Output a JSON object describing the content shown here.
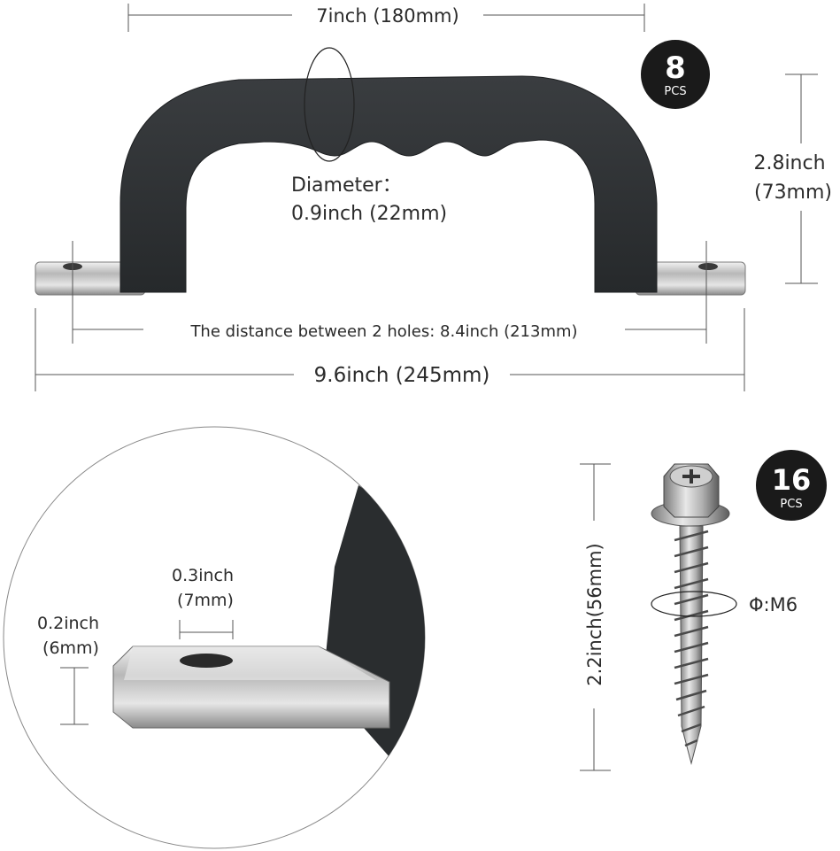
{
  "top": {
    "width_label": "7inch (180mm)",
    "diameter_label": "Diameter：",
    "diameter_value": "0.9inch (22mm)",
    "height_label_1": "2.8inch",
    "height_label_2": "(73mm)",
    "hole_distance_label": "The distance between 2 holes: 8.4inch (213mm)",
    "total_length_label": "9.6inch (245mm)",
    "badge_count": "8",
    "badge_unit": "PCS"
  },
  "detail": {
    "hole_label_1": "0.3inch",
    "hole_label_2": "(7mm)",
    "thickness_label_1": "0.2inch",
    "thickness_label_2": "(6mm)"
  },
  "screw": {
    "length_label": "2.2inch(56mm)",
    "thread_label": "Φ:M6",
    "badge_count": "16",
    "badge_unit": "PCS"
  },
  "colors": {
    "handle": "#2e3133",
    "metal": "#c9c9c9",
    "badge": "#1a1a1a"
  }
}
